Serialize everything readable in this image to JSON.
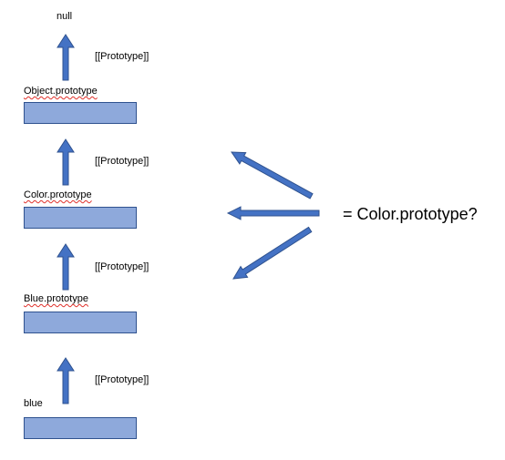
{
  "nodes": {
    "null_label": "null",
    "object_label": "Object.prototype",
    "color_label": "Color.prototype",
    "blue_proto_label": "Blue.prototype",
    "blue_label": "blue"
  },
  "links": {
    "top": "[[Prototype]]",
    "upper": "[[Prototype]]",
    "middle": "[[Prototype]]",
    "bottom": "[[Prototype]]"
  },
  "question": "= Color.prototype?",
  "colors": {
    "arrow_fill": "#4472c4",
    "arrow_stroke": "#2f528f",
    "box_fill": "#8ea9db",
    "box_stroke": "#2f528f",
    "squiggle": "#e0302a"
  }
}
